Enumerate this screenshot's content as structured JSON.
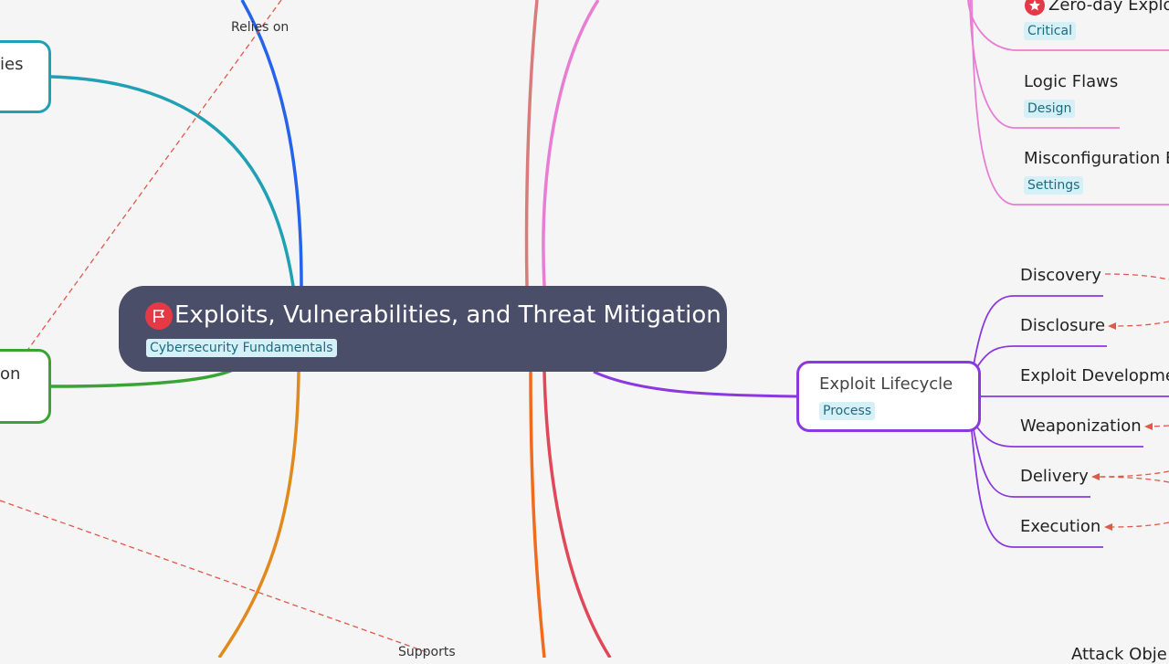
{
  "central": {
    "title": "Exploits, Vulnerabilities, and Threat Mitigation",
    "tag": "Cybersecurity Fundamentals",
    "icon": "flag-icon",
    "color": "#4a4e69"
  },
  "left_nodes": [
    {
      "text": "ies",
      "color": "#1fa0b5"
    },
    {
      "text": "on",
      "color": "#3aa335"
    }
  ],
  "exploit_lifecycle": {
    "title": "Exploit Lifecycle",
    "tag": "Process",
    "color": "#8a38e0",
    "children": [
      "Discovery",
      "Disclosure",
      "Exploit Developme",
      "Weaponization",
      "Delivery",
      "Execution"
    ]
  },
  "exploit_types": {
    "color": "#e87dd4",
    "children": [
      {
        "label": "Zero-day Explo",
        "tag": "Critical",
        "icon": "star-badge-icon"
      },
      {
        "label": "Logic Flaws",
        "tag": "Design"
      },
      {
        "label": "Misconfiguration E",
        "tag": "Settings"
      }
    ]
  },
  "bottom_right_label": "Attack Obje",
  "relationships": [
    {
      "label": "Relies on"
    },
    {
      "label": "Supports"
    }
  ],
  "colors": {
    "background": "#f5f5f5",
    "relationship_line": "#e0584a",
    "tag_bg": "#d6f0f7",
    "tag_text": "#1e6b80"
  }
}
